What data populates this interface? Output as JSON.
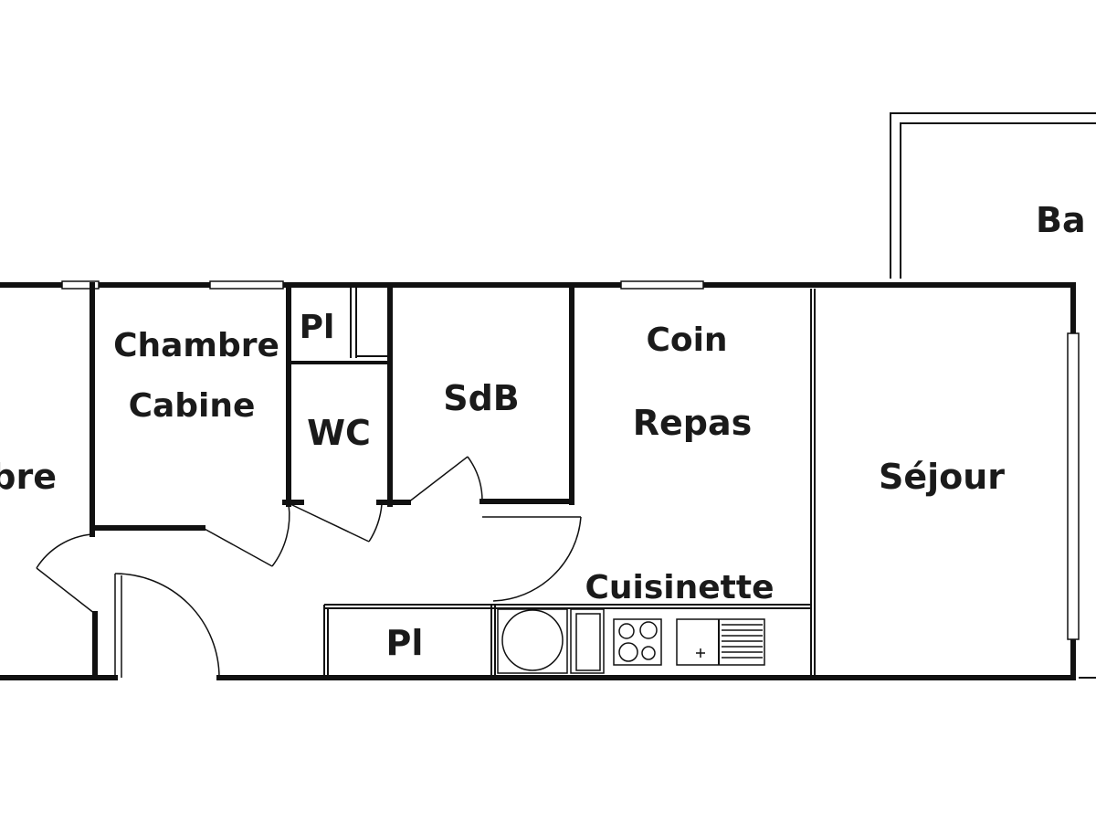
{
  "plan": {
    "rooms": {
      "chambre_left": "bre",
      "chambre_cabine_1": "Chambre",
      "chambre_cabine_2": "Cabine",
      "placard_top": "Pl",
      "wc": "WC",
      "sdb": "SdB",
      "coin_repas_1": "Coin",
      "coin_repas_2": "Repas",
      "sejour": "Séjour",
      "cuisinette": "Cuisinette",
      "placard_bottom": "Pl",
      "balcon": "Ba"
    }
  }
}
